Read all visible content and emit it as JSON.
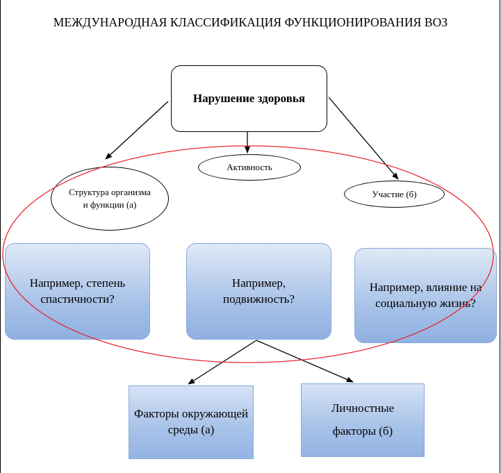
{
  "title": "МЕЖДУНАРОДНАЯ КЛАССИФИКАЦИЯ ФУНКЦИОНИРОВАНИЯ ВОЗ",
  "root": "Нарушение здоровья",
  "nodes": {
    "activity": "Активность",
    "structure": "Структура организма и функции (а)",
    "participation": "Участие (б)"
  },
  "examples": {
    "left": "Например, степень спастичности?",
    "middle": "Например, подвижность?",
    "right": "Например, влияние на социальную жизнь?"
  },
  "factors": {
    "environmental": "Факторы окружающей среды (а)",
    "personal_line1": "Личностные",
    "personal_line2": "факторы (б)"
  },
  "colors": {
    "highlight_ellipse": "#e8262c",
    "box_fill_top": "#dfe9f7",
    "box_fill_bottom": "#8fb0e2"
  }
}
